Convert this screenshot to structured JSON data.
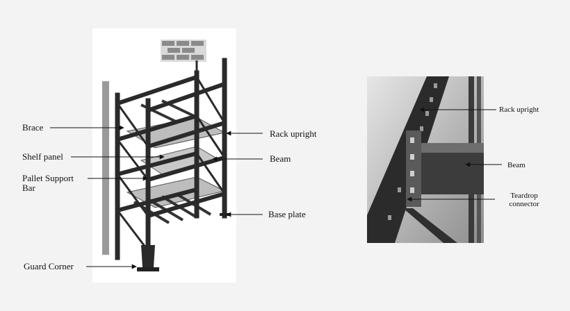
{
  "left_diagram": {
    "labels": {
      "brace": "Brace",
      "shelf_panel": "Shelf panel",
      "pallet_support_bar": "Pallet Support\nBar",
      "guard_corner": "Guard Corner",
      "rack_upright": "Rack upright",
      "beam": "Beam",
      "base_plate": "Base plate"
    }
  },
  "right_diagram": {
    "labels": {
      "rack_upright": "Rack upright",
      "beam": "Beam",
      "teardrop_connector": "Teardrop\nconnector"
    }
  },
  "colors": {
    "frame": "#2a2a2a",
    "shelf": "#bdbdbd",
    "brick": "#8a8a8a",
    "photo_background": "#cfcfcf",
    "arrow": "#111111"
  }
}
